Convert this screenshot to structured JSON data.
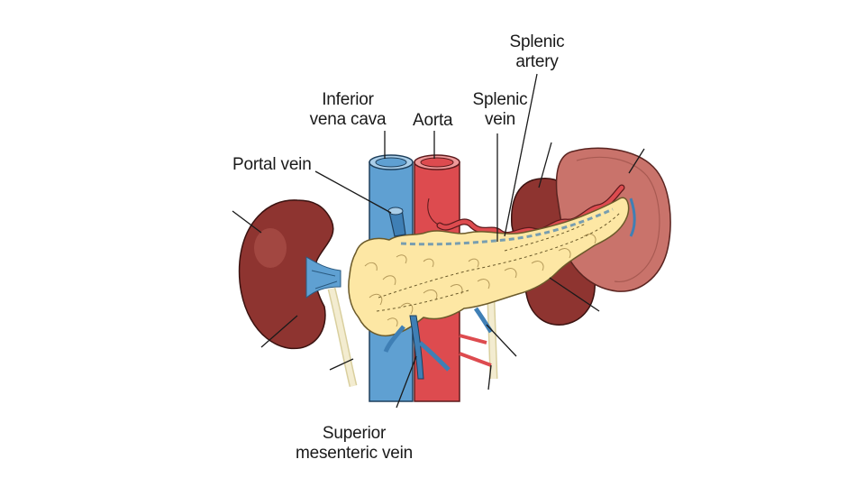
{
  "labels": {
    "splenic_artery": "Splenic\nartery",
    "inferior_vena_cava": "Inferior\nvena cava",
    "aorta": "Aorta",
    "splenic_vein": "Splenic\nvein",
    "portal_vein": "Portal vein",
    "superior_mesenteric_vein": "Superior\nmesenteric vein"
  },
  "colors": {
    "vein": "#5fa0d2",
    "artery": "#dd4b4f",
    "pancreas": "#fde7a4",
    "kidney": "#8e3430",
    "spleen": "#c9736b",
    "ureter": "#efe7c4"
  }
}
